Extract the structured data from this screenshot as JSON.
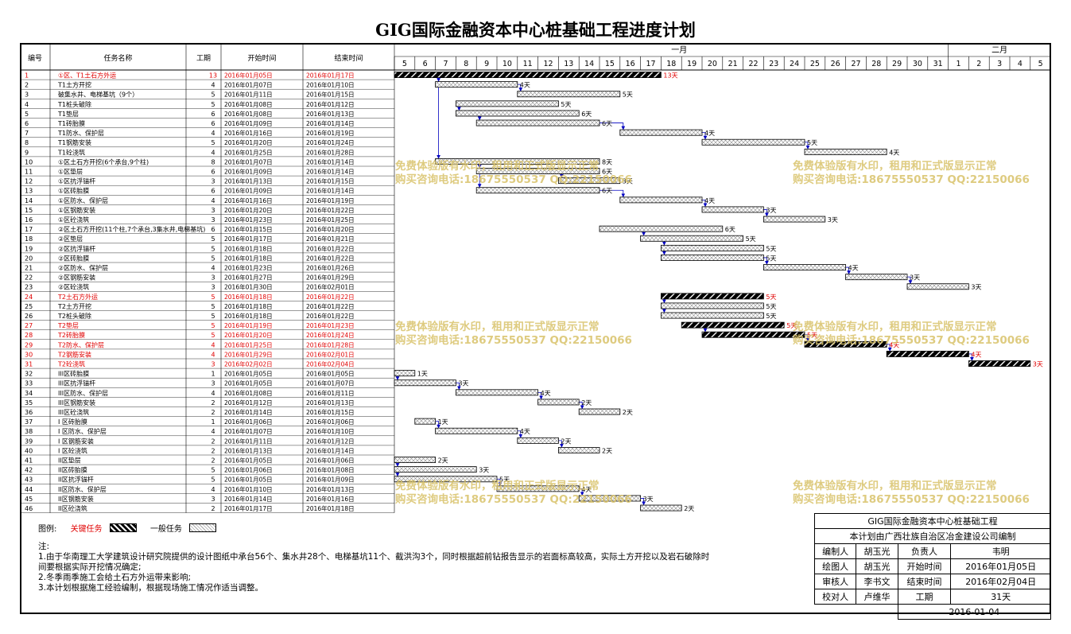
{
  "title": "GIG国际金融资本中心桩基础工程进度计划",
  "headers": {
    "no": "编号",
    "name": "任务名称",
    "dur": "工期",
    "start": "开始时间",
    "end": "结束时间"
  },
  "months": [
    "一月",
    "二月"
  ],
  "days": [
    "5",
    "6",
    "7",
    "8",
    "9",
    "10",
    "11",
    "12",
    "13",
    "14",
    "15",
    "16",
    "17",
    "18",
    "19",
    "20",
    "21",
    "22",
    "23",
    "24",
    "25",
    "26",
    "27",
    "28",
    "29",
    "30",
    "31",
    "1",
    "2",
    "3",
    "4",
    "5"
  ],
  "colors": {
    "critical": "#e00000",
    "bar": "#000000",
    "link": "#0000c0"
  },
  "chart_data": {
    "type": "gantt",
    "time_axis": {
      "start": "2016-01-05",
      "end": "2016-02-05"
    },
    "tasks": [
      {
        "no": "1",
        "name": "①区、T1土石方外运",
        "dur": "13",
        "start": "2016年01月05日",
        "end": "2016年01月17日",
        "s": "2016-01-05",
        "e": "2016-01-17",
        "critical": true,
        "label": "13天"
      },
      {
        "no": "2",
        "name": "T1土方开挖",
        "dur": "4",
        "start": "2016年01月07日",
        "end": "2016年01月10日",
        "s": "2016-01-07",
        "e": "2016-01-10",
        "critical": false,
        "label": "4天"
      },
      {
        "no": "3",
        "name": "破集水井、电梯基坑（9个）",
        "dur": "5",
        "start": "2016年01月11日",
        "end": "2016年01月15日",
        "s": "2016-01-11",
        "e": "2016-01-15",
        "critical": false,
        "label": "5天"
      },
      {
        "no": "4",
        "name": "T1桩头破除",
        "dur": "5",
        "start": "2016年01月08日",
        "end": "2016年01月12日",
        "s": "2016-01-08",
        "e": "2016-01-12",
        "critical": false,
        "label": "5天"
      },
      {
        "no": "5",
        "name": "T1垫层",
        "dur": "6",
        "start": "2016年01月08日",
        "end": "2016年01月13日",
        "s": "2016-01-08",
        "e": "2016-01-13",
        "critical": false,
        "label": "6天"
      },
      {
        "no": "6",
        "name": "T1砖胎膜",
        "dur": "6",
        "start": "2016年01月09日",
        "end": "2016年01月14日",
        "s": "2016-01-09",
        "e": "2016-01-14",
        "critical": false,
        "label": "6天"
      },
      {
        "no": "7",
        "name": "T1防水、保护层",
        "dur": "4",
        "start": "2016年01月16日",
        "end": "2016年01月19日",
        "s": "2016-01-16",
        "e": "2016-01-19",
        "critical": false,
        "label": "4天"
      },
      {
        "no": "8",
        "name": "T1钢筋安装",
        "dur": "5",
        "start": "2016年01月20日",
        "end": "2016年01月24日",
        "s": "2016-01-20",
        "e": "2016-01-24",
        "critical": false,
        "label": "5天"
      },
      {
        "no": "9",
        "name": "T1砼浇筑",
        "dur": "4",
        "start": "2016年01月25日",
        "end": "2016年01月28日",
        "s": "2016-01-25",
        "e": "2016-01-28",
        "critical": false,
        "label": "4天"
      },
      {
        "no": "10",
        "name": "①区土石方开挖(6个承台,9个柱)",
        "dur": "8",
        "start": "2016年01月07日",
        "end": "2016年01月14日",
        "s": "2016-01-07",
        "e": "2016-01-14",
        "critical": false,
        "label": "8天"
      },
      {
        "no": "11",
        "name": "①区垫层",
        "dur": "6",
        "start": "2016年01月09日",
        "end": "2016年01月14日",
        "s": "2016-01-09",
        "e": "2016-01-14",
        "critical": false,
        "label": "6天"
      },
      {
        "no": "12",
        "name": "①区抗浮锚杆",
        "dur": "3",
        "start": "2016年01月13日",
        "end": "2016年01月15日",
        "s": "2016-01-13",
        "e": "2016-01-15",
        "critical": false,
        "label": "3天"
      },
      {
        "no": "13",
        "name": "①区砖胎膜",
        "dur": "6",
        "start": "2016年01月09日",
        "end": "2016年01月14日",
        "s": "2016-01-09",
        "e": "2016-01-14",
        "critical": false,
        "label": "6天"
      },
      {
        "no": "14",
        "name": "①区防水、保护层",
        "dur": "4",
        "start": "2016年01月16日",
        "end": "2016年01月19日",
        "s": "2016-01-16",
        "e": "2016-01-19",
        "critical": false,
        "label": "4天"
      },
      {
        "no": "15",
        "name": "①区钢筋安装",
        "dur": "3",
        "start": "2016年01月20日",
        "end": "2016年01月22日",
        "s": "2016-01-20",
        "e": "2016-01-22",
        "critical": false,
        "label": "3天"
      },
      {
        "no": "16",
        "name": "①区砼浇筑",
        "dur": "3",
        "start": "2016年01月23日",
        "end": "2016年01月25日",
        "s": "2016-01-23",
        "e": "2016-01-25",
        "critical": false,
        "label": "3天"
      },
      {
        "no": "17",
        "name": "②区土石方开挖(11个柱,7个承台,3集水井,电梯基坑)",
        "dur": "6",
        "start": "2016年01月15日",
        "end": "2016年01月20日",
        "s": "2016-01-15",
        "e": "2016-01-20",
        "critical": false,
        "label": "6天"
      },
      {
        "no": "18",
        "name": "②区垫层",
        "dur": "5",
        "start": "2016年01月17日",
        "end": "2016年01月21日",
        "s": "2016-01-17",
        "e": "2016-01-21",
        "critical": false,
        "label": "5天"
      },
      {
        "no": "19",
        "name": "②区抗浮锚杆",
        "dur": "5",
        "start": "2016年01月18日",
        "end": "2016年01月22日",
        "s": "2016-01-18",
        "e": "2016-01-22",
        "critical": false,
        "label": "5天"
      },
      {
        "no": "20",
        "name": "②区砖胎膜",
        "dur": "5",
        "start": "2016年01月18日",
        "end": "2016年01月22日",
        "s": "2016-01-18",
        "e": "2016-01-22",
        "critical": false,
        "label": "5天"
      },
      {
        "no": "21",
        "name": "②区防水、保护层",
        "dur": "4",
        "start": "2016年01月23日",
        "end": "2016年01月26日",
        "s": "2016-01-23",
        "e": "2016-01-26",
        "critical": false,
        "label": "4天"
      },
      {
        "no": "22",
        "name": "②区钢筋安装",
        "dur": "3",
        "start": "2016年01月27日",
        "end": "2016年01月29日",
        "s": "2016-01-27",
        "e": "2016-01-29",
        "critical": false,
        "label": "3天"
      },
      {
        "no": "23",
        "name": "②区砼浇筑",
        "dur": "3",
        "start": "2016年01月30日",
        "end": "2016年02月01日",
        "s": "2016-01-30",
        "e": "2016-02-01",
        "critical": false,
        "label": "3天"
      },
      {
        "no": "24",
        "name": "T2土石方外运",
        "dur": "5",
        "start": "2016年01月18日",
        "end": "2016年01月22日",
        "s": "2016-01-18",
        "e": "2016-01-22",
        "critical": true,
        "label": "5天"
      },
      {
        "no": "25",
        "name": "T2土方开挖",
        "dur": "5",
        "start": "2016年01月18日",
        "end": "2016年01月22日",
        "s": "2016-01-18",
        "e": "2016-01-22",
        "critical": false,
        "label": "5天"
      },
      {
        "no": "26",
        "name": "T2桩头破除",
        "dur": "5",
        "start": "2016年01月18日",
        "end": "2016年01月22日",
        "s": "2016-01-18",
        "e": "2016-01-22",
        "critical": false,
        "label": "5天"
      },
      {
        "no": "27",
        "name": "T2垫层",
        "dur": "5",
        "start": "2016年01月19日",
        "end": "2016年01月23日",
        "s": "2016-01-19",
        "e": "2016-01-23",
        "critical": true,
        "label": "5天"
      },
      {
        "no": "28",
        "name": "T2砖胎膜",
        "dur": "5",
        "start": "2016年01月20日",
        "end": "2016年01月24日",
        "s": "2016-01-20",
        "e": "2016-01-24",
        "critical": true,
        "label": "5天"
      },
      {
        "no": "29",
        "name": "T2防水、保护层",
        "dur": "4",
        "start": "2016年01月25日",
        "end": "2016年01月28日",
        "s": "2016-01-25",
        "e": "2016-01-28",
        "critical": true,
        "label": "4天"
      },
      {
        "no": "30",
        "name": "T2钢筋安装",
        "dur": "4",
        "start": "2016年01月29日",
        "end": "2016年02月01日",
        "s": "2016-01-29",
        "e": "2016-02-01",
        "critical": true,
        "label": "4天"
      },
      {
        "no": "31",
        "name": "T2砼浇筑",
        "dur": "3",
        "start": "2016年02月02日",
        "end": "2016年02月04日",
        "s": "2016-02-02",
        "e": "2016-02-04",
        "critical": true,
        "label": "3天"
      },
      {
        "no": "32",
        "name": "III区砖胎膜",
        "dur": "1",
        "start": "2016年01月05日",
        "end": "2016年01月05日",
        "s": "2016-01-05",
        "e": "2016-01-05",
        "critical": false,
        "label": "1天"
      },
      {
        "no": "33",
        "name": "III区抗浮锚杆",
        "dur": "3",
        "start": "2016年01月05日",
        "end": "2016年01月07日",
        "s": "2016-01-05",
        "e": "2016-01-07",
        "critical": false,
        "label": "3天"
      },
      {
        "no": "34",
        "name": "III区防水、保护层",
        "dur": "4",
        "start": "2016年01月08日",
        "end": "2016年01月11日",
        "s": "2016-01-08",
        "e": "2016-01-11",
        "critical": false,
        "label": "4天"
      },
      {
        "no": "35",
        "name": "III区钢筋安装",
        "dur": "2",
        "start": "2016年01月12日",
        "end": "2016年01月13日",
        "s": "2016-01-12",
        "e": "2016-01-13",
        "critical": false,
        "label": "2天"
      },
      {
        "no": "36",
        "name": "III区砼浇筑",
        "dur": "2",
        "start": "2016年01月14日",
        "end": "2016年01月15日",
        "s": "2016-01-14",
        "e": "2016-01-15",
        "critical": false,
        "label": "2天"
      },
      {
        "no": "37",
        "name": "I 区砖胎膜",
        "dur": "1",
        "start": "2016年01月06日",
        "end": "2016年01月06日",
        "s": "2016-01-06",
        "e": "2016-01-06",
        "critical": false,
        "label": "1天"
      },
      {
        "no": "38",
        "name": "I 区防水、保护层",
        "dur": "4",
        "start": "2016年01月07日",
        "end": "2016年01月10日",
        "s": "2016-01-07",
        "e": "2016-01-10",
        "critical": false,
        "label": "4天"
      },
      {
        "no": "39",
        "name": "I 区钢筋安装",
        "dur": "2",
        "start": "2016年01月11日",
        "end": "2016年01月12日",
        "s": "2016-01-11",
        "e": "2016-01-12",
        "critical": false,
        "label": "2天"
      },
      {
        "no": "40",
        "name": "I 区砼浇筑",
        "dur": "2",
        "start": "2016年01月13日",
        "end": "2016年01月14日",
        "s": "2016-01-13",
        "e": "2016-01-14",
        "critical": false,
        "label": "2天"
      },
      {
        "no": "41",
        "name": "II区垫层",
        "dur": "2",
        "start": "2016年01月05日",
        "end": "2016年01月06日",
        "s": "2016-01-05",
        "e": "2016-01-06",
        "critical": false,
        "label": "2天"
      },
      {
        "no": "42",
        "name": "II区砖胎膜",
        "dur": "5",
        "start": "2016年01月06日",
        "end": "2016年01月08日",
        "s": "2016-01-04",
        "e": "2016-01-08",
        "critical": false,
        "label": "3天"
      },
      {
        "no": "43",
        "name": "II区抗浮锚杆",
        "dur": "5",
        "start": "2016年01月05日",
        "end": "2016年01月09日",
        "s": "2016-01-05",
        "e": "2016-01-09",
        "critical": false,
        "label": "5天"
      },
      {
        "no": "44",
        "name": "II区防水、保护层",
        "dur": "4",
        "start": "2016年01月10日",
        "end": "2016年01月13日",
        "s": "2016-01-10",
        "e": "2016-01-13",
        "critical": false,
        "label": "4天"
      },
      {
        "no": "45",
        "name": "II区钢筋安装",
        "dur": "3",
        "start": "2016年01月14日",
        "end": "2016年01月16日",
        "s": "2016-01-14",
        "e": "2016-01-16",
        "critical": false,
        "label": "3天"
      },
      {
        "no": "46",
        "name": "II区砼浇筑",
        "dur": "2",
        "start": "2016年01月17日",
        "end": "2016年01月18日",
        "s": "2016-01-17",
        "e": "2016-01-18",
        "critical": false,
        "label": "2天"
      }
    ]
  },
  "legend": {
    "label": "图例:",
    "critical": "关键任务",
    "normal": "一般任务"
  },
  "notes": {
    "title": "注:",
    "line1": "1.由于华南理工大学建筑设计研究院提供的设计图纸中承台56个、集水井28个、电梯基坑11个、截洪沟3个，同时根据超前钻报告显示的岩面标高较高，实际土方开挖以及岩石破除时",
    "line2": "间要根据实际开挖情况确定;",
    "line3": "2.冬季雨季施工会给土石方外运带来影响;",
    "line4": "3.本计划根据施工经验编制，根据现场施工情况作适当调整。"
  },
  "info": {
    "project": "GIG国际金融资本中心桩基础工程",
    "compiler": "本计划由广西壮族自治区冶金建设公司编制",
    "r1": [
      "编制人",
      "胡玉光",
      "负责人",
      "韦明"
    ],
    "r2": [
      "绘图人",
      "胡玉光",
      "开始时间",
      "2016年01月05日"
    ],
    "r3": [
      "审核人",
      "李书文",
      "结束时间",
      "2016年02月04日"
    ],
    "r4": [
      "校对人",
      "卢维华",
      "工期",
      "31天"
    ],
    "date": "2016-01-04"
  },
  "watermark": {
    "line1": "免费体验版有水印，租用和正式版显示正常",
    "line2": "购买咨询电话:18675550537 QQ:22150066"
  }
}
